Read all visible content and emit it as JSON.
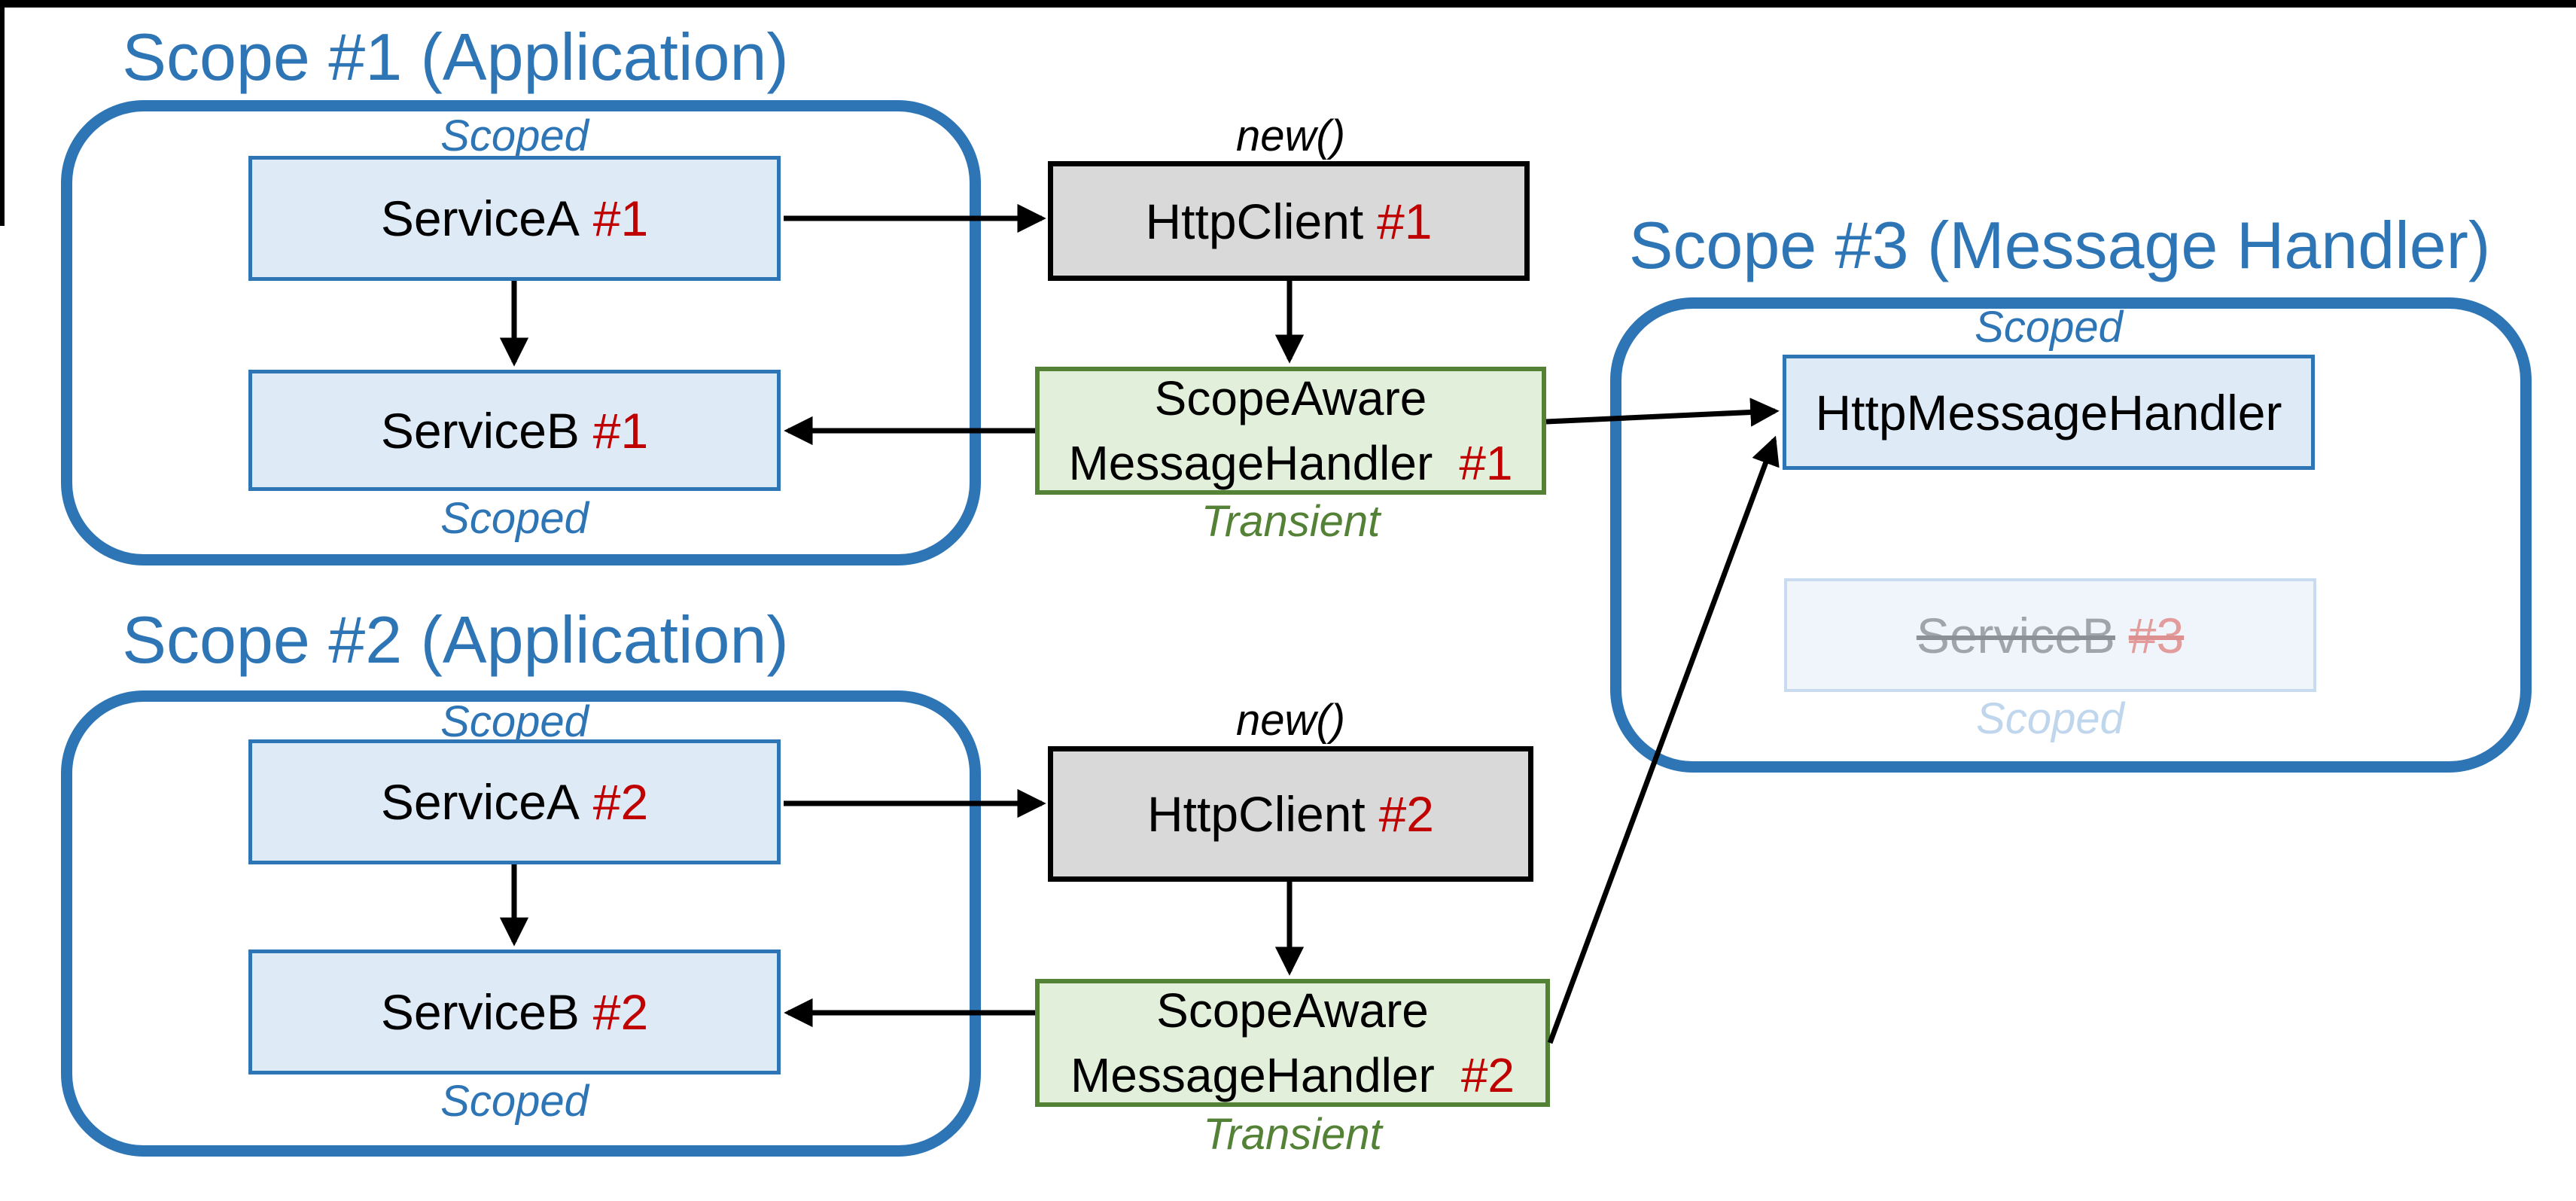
{
  "colors": {
    "accent_blue": "#2E75B6",
    "light_blue_fill": "#DEEAF6",
    "gray_fill": "#D9D9D9",
    "gray_border": "#000000",
    "green_fill": "#E2EFDA",
    "green_border": "#538135",
    "instance_red": "#C00000",
    "faded_text_gray": "#A0A5AB",
    "faded_red": "#E39C9C",
    "faded_label_blue": "#BFD6EC"
  },
  "scope1": {
    "title": "Scope #1 (Application)",
    "scoped_top": "Scoped",
    "scoped_bottom": "Scoped",
    "service_a_label": "ServiceA",
    "service_a_num": "#1",
    "service_b_label": "ServiceB",
    "service_b_num": "#1"
  },
  "scope2": {
    "title": "Scope #2 (Application)",
    "scoped_top": "Scoped",
    "scoped_bottom": "Scoped",
    "service_a_label": "ServiceA",
    "service_a_num": "#2",
    "service_b_label": "ServiceB",
    "service_b_num": "#2"
  },
  "scope3": {
    "title": "Scope #3 (Message Handler)",
    "scoped_top": "Scoped",
    "scoped_bottom": "Scoped",
    "handler_label": "HttpMessageHandler",
    "service_b_label": "ServiceB",
    "service_b_num": "#3"
  },
  "pipeline1": {
    "new_label": "new()",
    "client_label": "HttpClient",
    "client_num": "#1",
    "handler_line1": "ScopeAware",
    "handler_line2": "MessageHandler",
    "handler_num": "#1",
    "lifetime_label": "Transient"
  },
  "pipeline2": {
    "new_label": "new()",
    "client_label": "HttpClient",
    "client_num": "#2",
    "handler_line1": "ScopeAware",
    "handler_line2": "MessageHandler",
    "handler_num": "#2",
    "lifetime_label": "Transient"
  }
}
